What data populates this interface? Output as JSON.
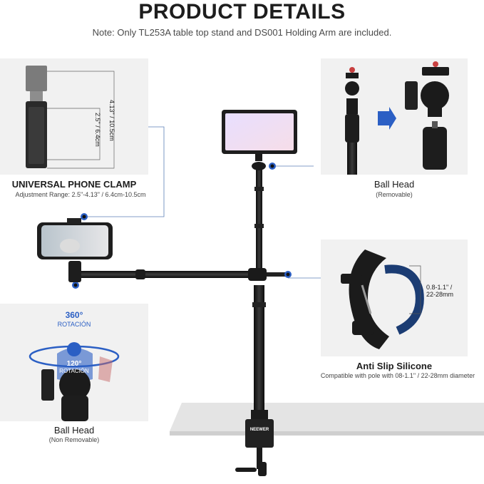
{
  "header": {
    "title": "PRODUCT DETAILS",
    "note": "Note: Only TL253A table top stand and DS001 Holding Arm are included."
  },
  "phone_clamp": {
    "title": "UNIVERSAL PHONE CLAMP",
    "subtitle": "Adjustment Range: 2.5\"-4.13\" / 6.4cm-10.5cm",
    "dim_outer": "4.13\" / 10.5cm",
    "dim_inner": "2.5\" / 6.4cm"
  },
  "ball_head_top": {
    "title": "Ball Head",
    "subtitle": "(Removable)"
  },
  "anti_slip": {
    "title": "Anti Slip Silicone",
    "subtitle": "Compatible with pole with 08-1.1\" / 22-28mm diameter",
    "dim": "0.8-1.1\" /\n22-28mm"
  },
  "ball_head_bottom": {
    "title": "Ball Head",
    "subtitle": "(Non Removable)",
    "rotation_360": "360°",
    "rotation_360_label": "ROTACIÓN",
    "rotation_120": "120°",
    "rotation_120_label": "ROTACIÓN"
  },
  "brand": {
    "name": "NEEWER"
  },
  "colors": {
    "accent": "#2b5fc4",
    "panel": "#f1f1f1",
    "metal": "#1b1b1b"
  }
}
